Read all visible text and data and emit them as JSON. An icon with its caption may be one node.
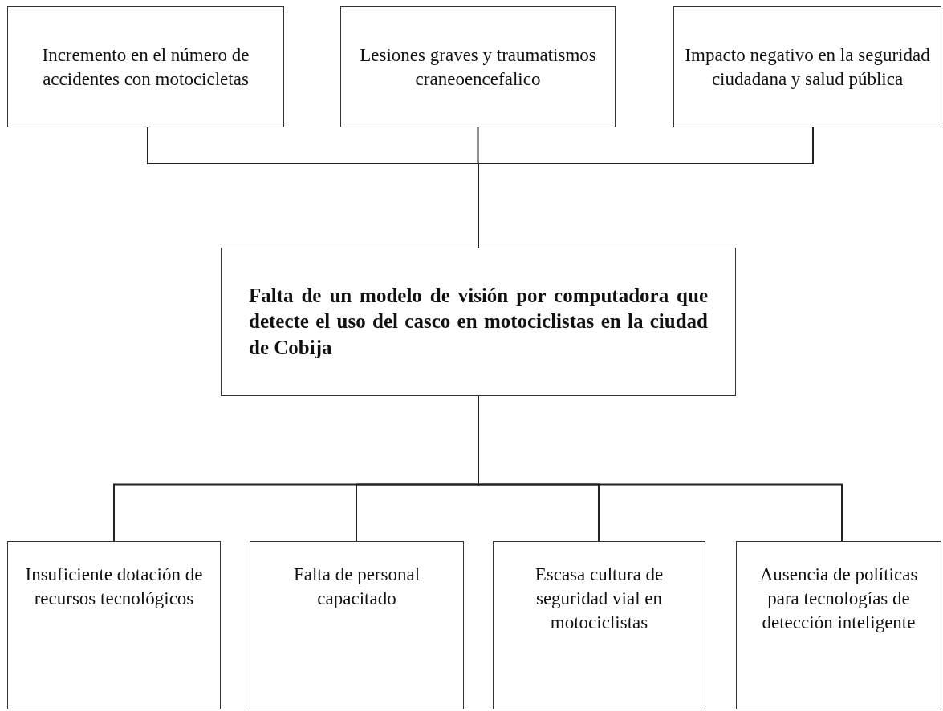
{
  "diagram": {
    "nodes": [
      {
        "text": [
          "Incremento en el número de accidentes con motocicletas"
        ]
      },
      {
        "text": [
          "Lesiones graves y traumatismos craneoencefalico"
        ]
      },
      {
        "text": [
          "Impacto negativo en la seguridad ciudadana y salud pública"
        ]
      },
      {
        "text": [
          "Falta de un modelo de visión por computadora que detecte el uso del casco en motociclistas en la ciudad de Cobija"
        ]
      },
      {
        "text": [
          "Insuficiente dotación de recursos tecnológicos"
        ]
      },
      {
        "text": [
          "Falta de personal capacitado"
        ]
      },
      {
        "text": [
          "Escasa cultura de seguridad vial en motociclistas"
        ]
      },
      {
        "text": [
          "Ausencia de políticas para tecnologías de detección inteligente"
        ]
      }
    ],
    "edges": [
      {
        "from": 3,
        "to": 0,
        "arrow": "none"
      },
      {
        "from": 3,
        "to": 1,
        "arrow": "none"
      },
      {
        "from": 3,
        "to": 2,
        "arrow": "none"
      },
      {
        "from": 3,
        "to": 4,
        "arrow": "none"
      },
      {
        "from": 3,
        "to": 5,
        "arrow": "none"
      },
      {
        "from": 3,
        "to": 6,
        "arrow": "none"
      },
      {
        "from": 3,
        "to": 7,
        "arrow": "none"
      }
    ]
  }
}
